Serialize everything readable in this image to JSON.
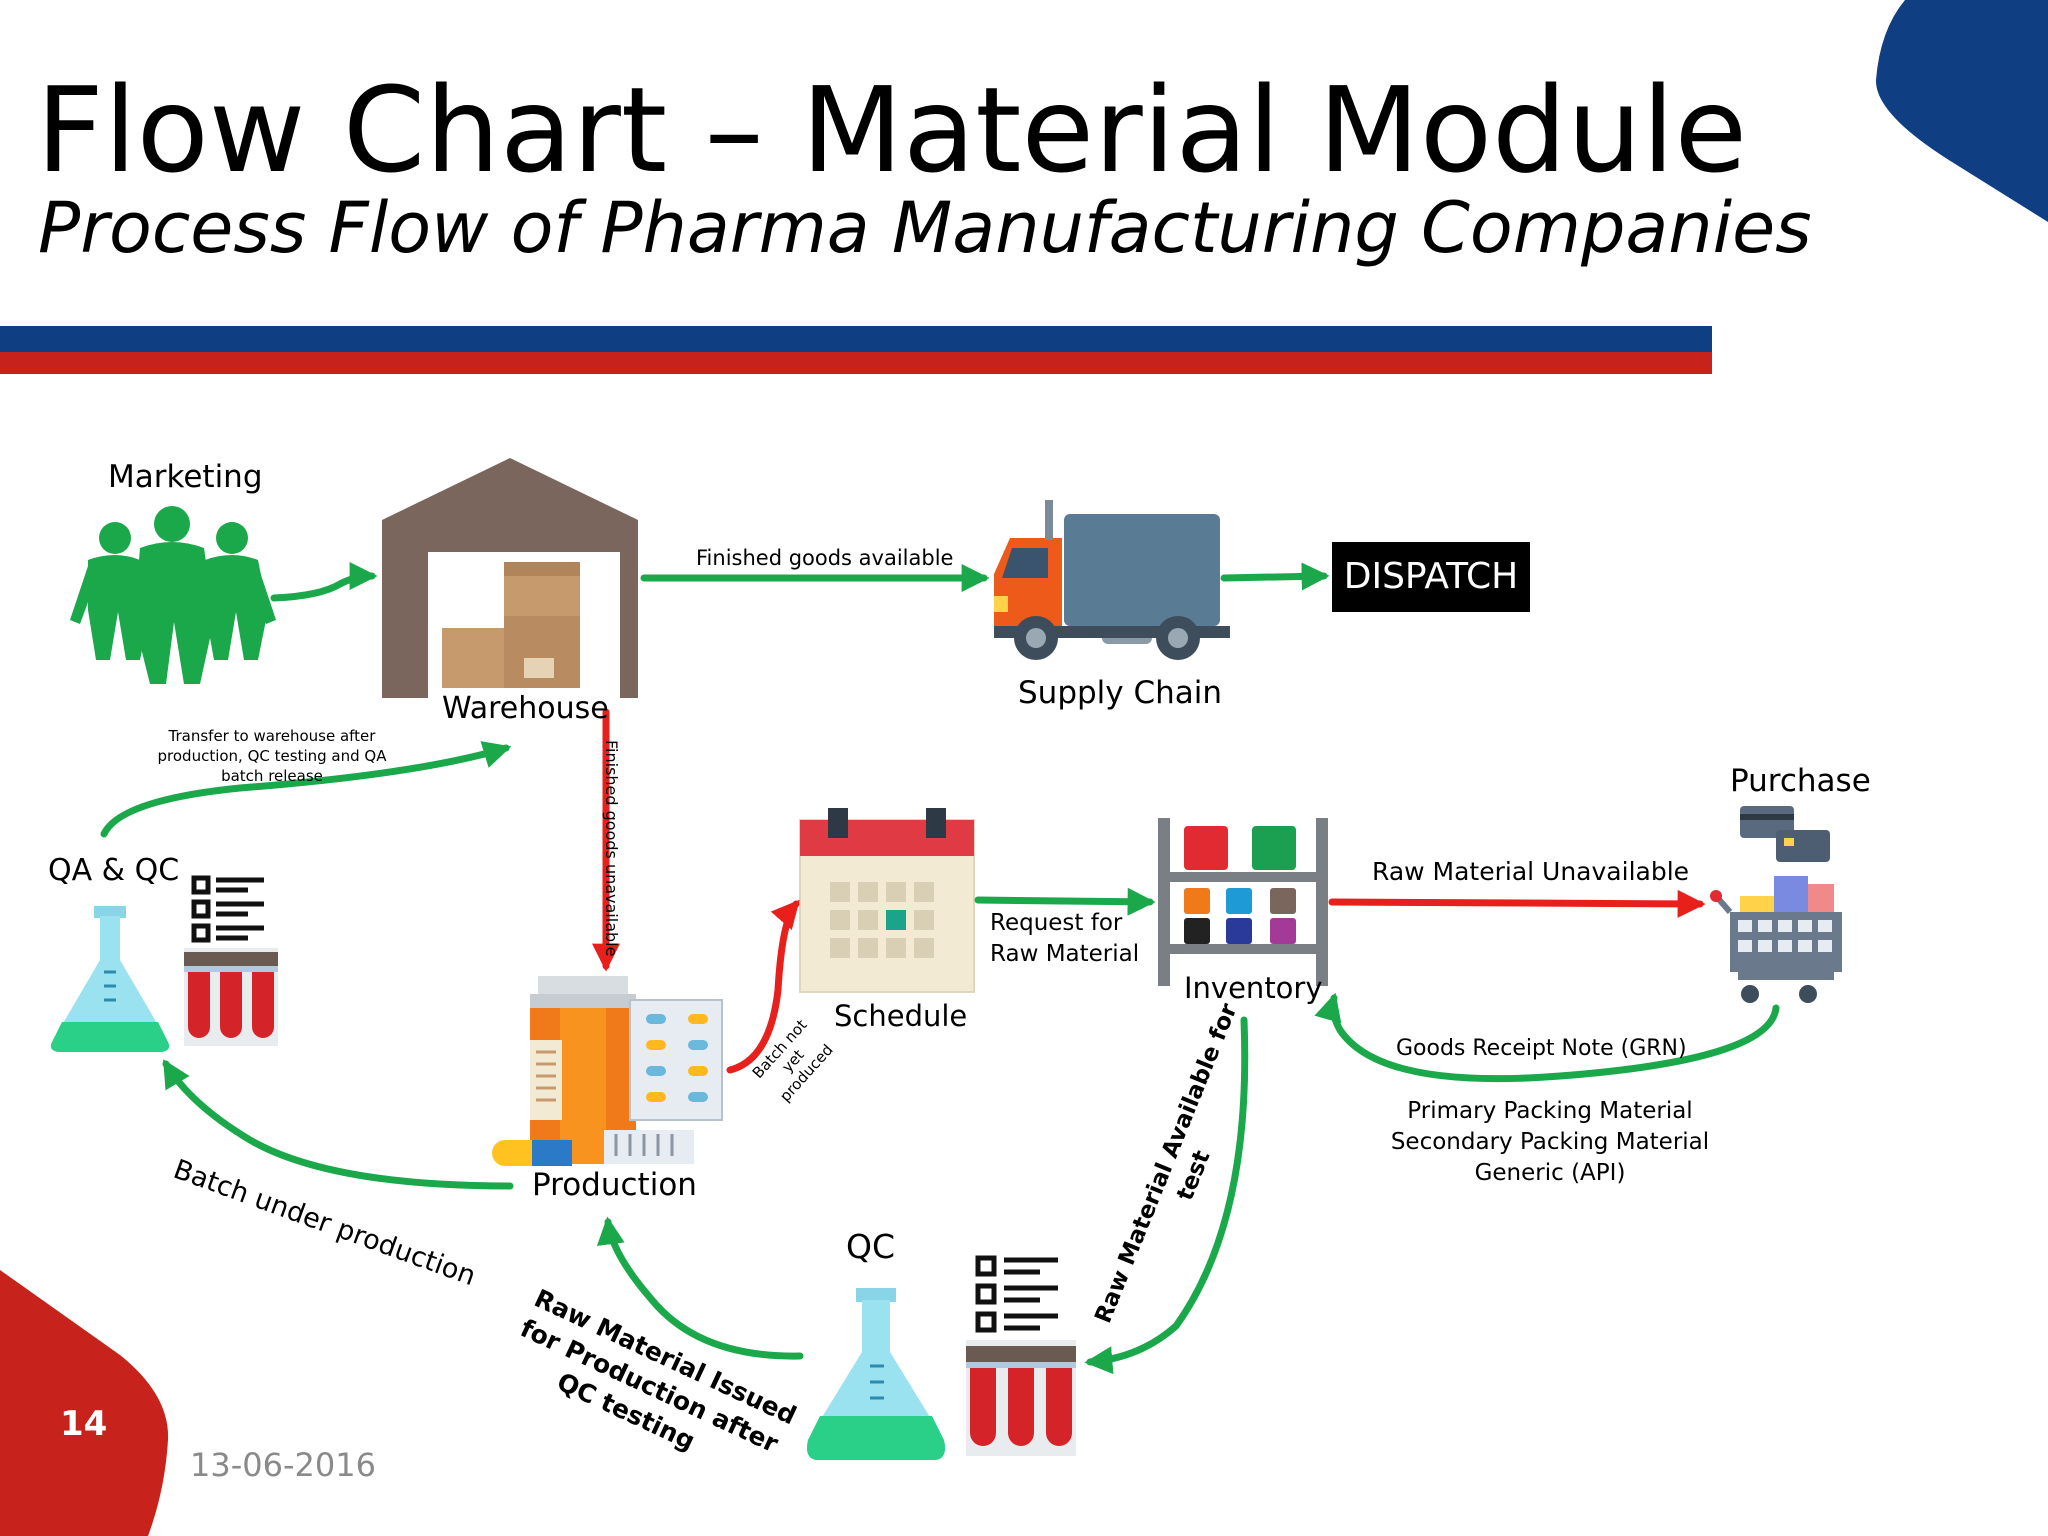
{
  "slide": {
    "title": "Flow Chart – Material Module",
    "subtitle": "Process Flow of Pharma Manufacturing Companies",
    "page_number": "14",
    "date": "13-06-2016"
  },
  "nodes": {
    "marketing": "Marketing",
    "warehouse": "Warehouse",
    "supply_chain": "Supply Chain",
    "dispatch": "DISPATCH",
    "qa_qc": "QA & QC",
    "production": "Production",
    "schedule": "Schedule",
    "inventory": "Inventory",
    "purchase": "Purchase",
    "qc": "QC"
  },
  "edges": {
    "finished_available": "Finished goods available",
    "finished_unavailable": "Finished goods unavailable",
    "transfer_l1": "Transfer to warehouse after",
    "transfer_l2": "production, QC testing and QA",
    "transfer_l3": "batch release",
    "batch_not_l1": "Batch not",
    "batch_not_l2": "yet",
    "batch_not_l3": "produced",
    "request_l1": "Request for",
    "request_l2": "Raw Material",
    "rm_unavailable": "Raw Material Unavailable",
    "grn": "Goods Receipt Note (GRN)",
    "batch_under": "Batch under production",
    "rm_test_l1": "Raw Material Available for",
    "rm_test_l2": "test",
    "rm_issued_l1": "Raw Material Issued",
    "rm_issued_l2": "for Production after",
    "rm_issued_l3": "QC testing"
  },
  "materials": [
    "Primary Packing Material",
    "Secondary Packing Material",
    "Generic (API)"
  ],
  "colors": {
    "brand_blue": "#0f3f82",
    "brand_red": "#c8221c",
    "flow_green": "#1aa84a",
    "flow_red": "#e8201c"
  },
  "icons": {
    "marketing": "people-group-icon",
    "warehouse": "warehouse-icon",
    "supply_chain": "truck-icon",
    "schedule": "calendar-icon",
    "inventory": "shelf-icon",
    "purchase": "shopping-cart-icon",
    "production": "medicine-icon",
    "qc": "flask-icon"
  }
}
